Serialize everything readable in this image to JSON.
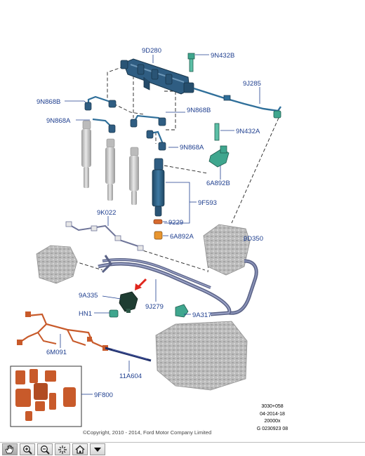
{
  "callouts": {
    "c9D280": "9D280",
    "c9N432B": "9N432B",
    "c9J285": "9J285",
    "c9N868B_left": "9N868B",
    "c9N868B_right": "9N868B",
    "c9N868A_left": "9N868A",
    "c9N868A_right": "9N868A",
    "c9N432A": "9N432A",
    "c6A892B": "6A892B",
    "c9F593": "9F593",
    "c9K022": "9K022",
    "c9229": "9229",
    "c6A892A": "6A892A",
    "c9D350": "9D350",
    "c9A335": "9A335",
    "cHN1": "HN1",
    "c9J279": "9J279",
    "c9A317": "9A317",
    "c6M091": "6M091",
    "c11A604": "11A604",
    "c9F800": "9F800"
  },
  "reference_codes": [
    "3030+058",
    "04-2014-18",
    "20000x",
    "G 0230923 08"
  ],
  "copyright": "©Copyright, 2010 - 2014, Ford Motor Company Limited",
  "toolbar": {
    "buttons": [
      {
        "icon": "hand-pan-icon",
        "active": true
      },
      {
        "icon": "zoom-in-icon",
        "active": false
      },
      {
        "icon": "zoom-out-icon",
        "active": false
      },
      {
        "icon": "zoom-fit-icon",
        "active": false
      },
      {
        "icon": "home-icon",
        "active": false
      },
      {
        "icon": "dropdown-arrow-icon",
        "active": false
      }
    ]
  },
  "colors": {
    "callout_text": "#1f3f8f",
    "fuel_rail": "#2f5d82",
    "sensor_green": "#3fa68e",
    "injector_grey": "#c9c9c9",
    "harness_orange": "#c85a2a",
    "return_pipe": "#6f7599",
    "engine_grey": "#b5b5b5",
    "arrow_red": "#e0261d"
  }
}
